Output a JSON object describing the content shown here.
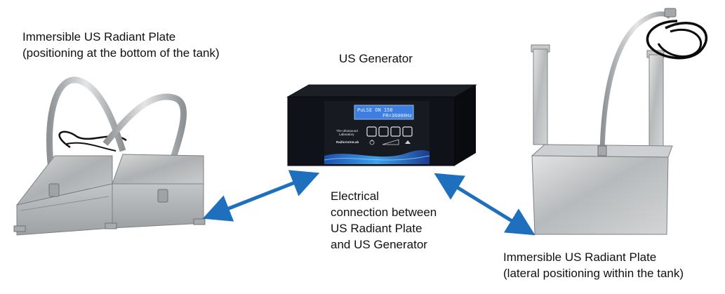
{
  "labels": {
    "left_plate": [
      "Immersible US Radiant Plate",
      "(positioning at the bottom of the tank)"
    ],
    "generator": "US Generator",
    "connection": [
      "Electrical",
      "connection between",
      "US Radiant Plate",
      "and US Generator"
    ],
    "right_plate": [
      "Immersible US Radiant Plate",
      "(lateral positioning within the tank)"
    ]
  },
  "generator_panel": {
    "lcd_line1": "PuLSE  ON  150",
    "lcd_line2": "FR=36000Hz",
    "brand_line1": "The Ultrasound",
    "brand_line2": "Laboratory",
    "brand_line3": "RadioAstroLab"
  },
  "colors": {
    "arrow": "#1f6fbf",
    "steel": "#b9bcbe",
    "panel": "#0f1218",
    "lcd": "#3d7fe0"
  }
}
